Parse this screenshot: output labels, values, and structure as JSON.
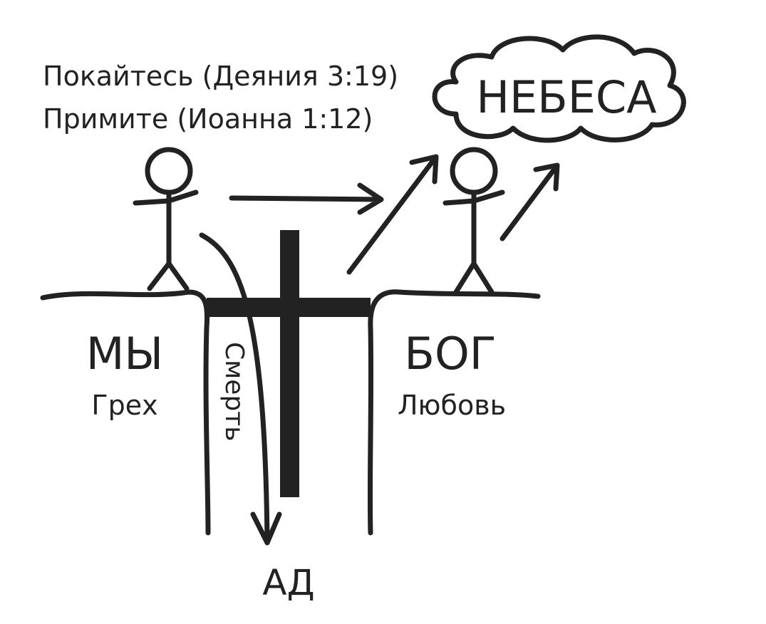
{
  "instructions": {
    "line1": "Покайтесь (Деяния 3:19)",
    "line2": "Примите (Иоанна 1:12)"
  },
  "heaven_label": "НЕБЕСА",
  "left_side": {
    "title": "МЫ",
    "subtitle": "Грех"
  },
  "right_side": {
    "title": "БОГ",
    "subtitle": "Любовь"
  },
  "chasm_label": "Смерть",
  "bottom_label": "АД",
  "colors": {
    "ink": "#222222",
    "background": "#ffffff"
  }
}
